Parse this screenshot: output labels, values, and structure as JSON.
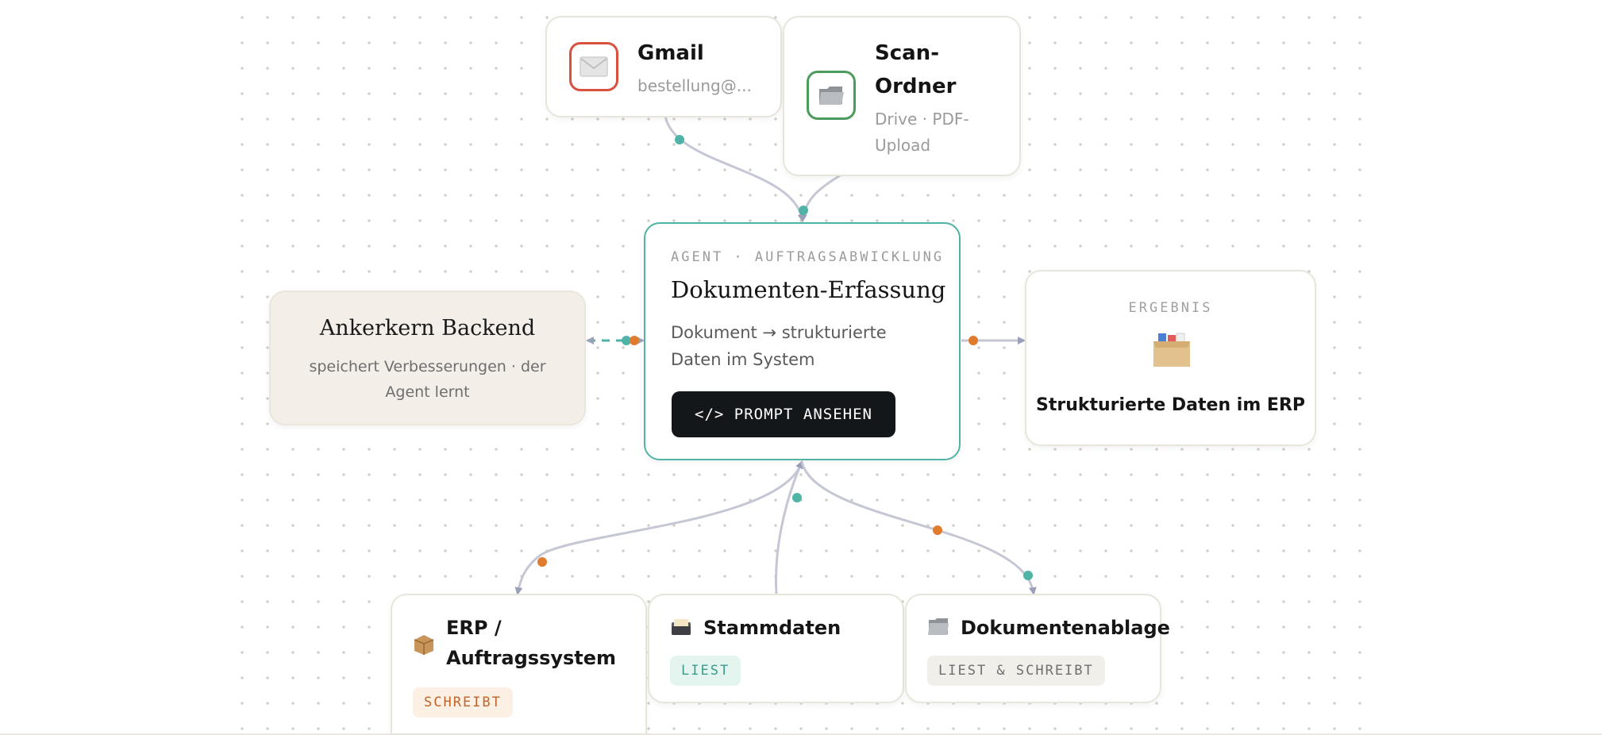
{
  "sources": [
    {
      "title": "Gmail",
      "subtitle": "bestellung@...",
      "icon": "envelope-icon",
      "accent": "#d9503f"
    },
    {
      "title_line1": "Scan-",
      "title_line2": "Ordner",
      "subtitle_line1": "Drive · PDF-",
      "subtitle_line2": "Upload",
      "icon": "folder-icon",
      "accent": "#4a9c5c"
    }
  ],
  "agent": {
    "kicker": "AGENT · AUFTRAGSABWICKLUNG",
    "title": "Dokumenten-Erfassung",
    "description": "Dokument → strukturierte Daten im System",
    "button_label": "</> PROMPT ANSEHEN",
    "accent": "#4fb3a5"
  },
  "memory": {
    "title": "Ankerkern Backend",
    "subtitle": "speichert Verbesserungen · der Agent lernt"
  },
  "result": {
    "kicker": "ERGEBNIS",
    "icon": "card-file-box-icon",
    "title": "Strukturierte Daten im ERP"
  },
  "tools": [
    {
      "title_line1": "ERP /",
      "title_line2": "Auftragssystem",
      "badge": "SCHREIBT",
      "icon": "package-icon"
    },
    {
      "title": "Stammdaten",
      "badge": "LIEST",
      "icon": "card-index-icon"
    },
    {
      "title": "Dokumentenablage",
      "badge": "LIEST & SCHREIBT",
      "icon": "folder-icon"
    }
  ],
  "colors": {
    "edge": "#c5c7d4",
    "arrow": "#9aa0b8",
    "teal_dot": "#4fb3a5",
    "orange_dot": "#e07b2e"
  }
}
